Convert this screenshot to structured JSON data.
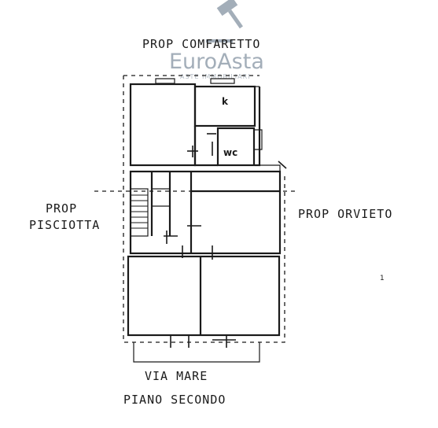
{
  "watermark": {
    "brand": "EuroAsta",
    "tagline": "ASTE IMMOBILIARI",
    "icon": "gavel-icon"
  },
  "labels": {
    "north": "PROP COMFARETTO",
    "west_line1": "PROP",
    "west_line2": "PISCIOTTA",
    "east": "PROP ORVIETO",
    "street": "VIA MARE",
    "floor": "PIANO SECONDO"
  },
  "rooms": {
    "kitchen": "k",
    "bathroom": "wc"
  },
  "stray_mark": "1"
}
